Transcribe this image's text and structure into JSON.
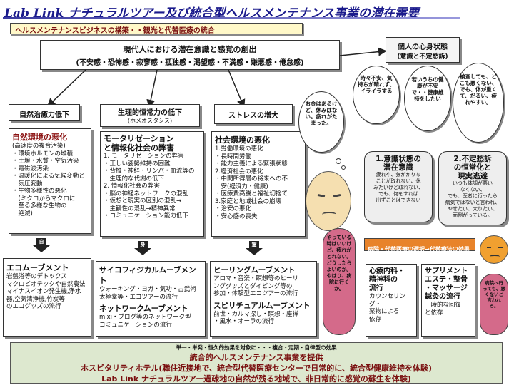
{
  "title": "Lab Link ナチュラルツアー及び統合型ヘルスメンテナンス事業の潜在需要",
  "banner": "ヘルスメンテナンスビジネスの構築・・観光と代替医療の統合",
  "center": {
    "line1": "現代人における潜在意識と感覚の創出",
    "line2": "(不安感・恐怖感・寂寥感・孤独感・渇望感・不満感・嫌悪感・倦怠感)"
  },
  "personal": {
    "title": "個人の心身状態",
    "subtitle": "(意識と不定愁訴)"
  },
  "columns": [
    {
      "header": "自然治癒力低下",
      "subheader": "",
      "title": "自然環境の悪化",
      "body": "(高速度の複合汚染)\n・環境ホルモンの堆積\n・土壌・水質・空気汚染\n・電磁波汚染\n・温暖化による気候変動と\n　気圧変動\n・生物多様性の悪化\n　(ミクロからマクロに\n　至る多様な生物の\n　絶滅)",
      "arrow": "自",
      "move_title": "エコムーブメント",
      "move_body": "岩盤浴等のデトックス\nマクロビオテックや自然農法\nマイナスイオン発生機,浄水\n器,空気清浄機,竹炭等\nのエコグッズの流行"
    },
    {
      "header": "生理的恒常力の低下",
      "subheader": "(ホメオスタシス)",
      "title": "モータリゼーション\nと情報化社会の弊害",
      "body": "1. モータリゼーションの弊害\n・正しい姿勢維持の困難\n・背椎・神経・リンパ・血流等の\n　生理的な代謝の低下\n2. 情報化社会の弊害\n・脳の神経ネットワークの混乱\n・仮想と現実の区別の混乱→\n　主観性の混乱→精神異常\n・コミュニケーション能力低下",
      "arrow": "身",
      "move_title": "サイコフィジカルムーブメント",
      "move_body": "ウォーキング・ヨガ・気功・古武術\n太極拳等・エコツアーの流行",
      "move2_title": "ネットワークムーブメント",
      "move2_body": "mixi・ブログ等のネットワーク型\nコミュニケーションの流行"
    },
    {
      "header": "ストレスの増大",
      "subheader": "",
      "title": "社会環境の悪化",
      "body": "1.労働環境の悪化\n・長時間労働\n・能力主義による緊張状態\n2.経済社会の悪化\n・中間所得層の将来への不\n　安(経済力・健康)\n・医療費高騰と福祉切捨て\n3.家庭と地域社会の崩壊\n・治安の悪化\n・安心感の喪失",
      "arrow": "霊",
      "move_title": "ヒーリングムーブメント",
      "move_body": "アロマ・音楽・瞑想等のヒーリ\nンググッズとダイビング等の\n参加・体験型エコツアーの流行",
      "move2_title": "スピリチュアルムーブメント",
      "move2_body": "前世・カルマ探し・瞑想・座禅\n・風水・オーラの流行"
    }
  ],
  "clouds": {
    "c1": "お金はあるけど、休みはない。疲れがたまった。",
    "c2": "時々不安、気持ちが晴れず、イライラする",
    "c3": "若いうちの健康が不安で・・健康維持をしたい",
    "c4": "検査しても、どこも悪くない、でも、体が重くて、だるい、疲れやすい。"
  },
  "state1": {
    "title": "1.意識状態の\n潜在意識",
    "body": "疲れや、気がかりな\nことが取れない、休\nみたいけど取れない、\nでも、何をすれば\n出ずことはできない"
  },
  "state2": {
    "title": "2.不定愁訴\nの恒常化と\n現実逃避",
    "body": "いつも体調が悪い\nなくない、\nでも、医者に行ったら\n病気ではないと言われ、\nやせたい、太りたい、\n面倒がっている。"
  },
  "pink": "やっている時はいいけど、疲れがとれない。どうしたらよいのか。やはり、病院に行くか。",
  "pink2": "病院へ行っても、悪くないと言われる。",
  "decision": "病院・代替医療の選択→代替療法の効果",
  "right_items": [
    {
      "title": "心療内科・\n精神科の\n流行",
      "body": "カウンセリング・\n薬物による\n依存"
    },
    {
      "title": "サプリメント\nエステ・整骨\n・マッサージ\n鍼灸の流行",
      "body": "一時的な回復\nと依存"
    }
  ],
  "bottom": {
    "line1": "単一・単発・恒久的効果を対象に・・・複合・定期・自律型の効果",
    "line2": "統合的ヘルスメンテナンス事業を提供",
    "line3": "ホスピタリティホテル(職住近接地で、統合型代替医療センターで日常的に、統合型健康維持を体験)",
    "line4": "Lab Link ナチュラルツアー過疎地の自然が残る地域で、非日常的に感覚の蘇生を体験)"
  }
}
